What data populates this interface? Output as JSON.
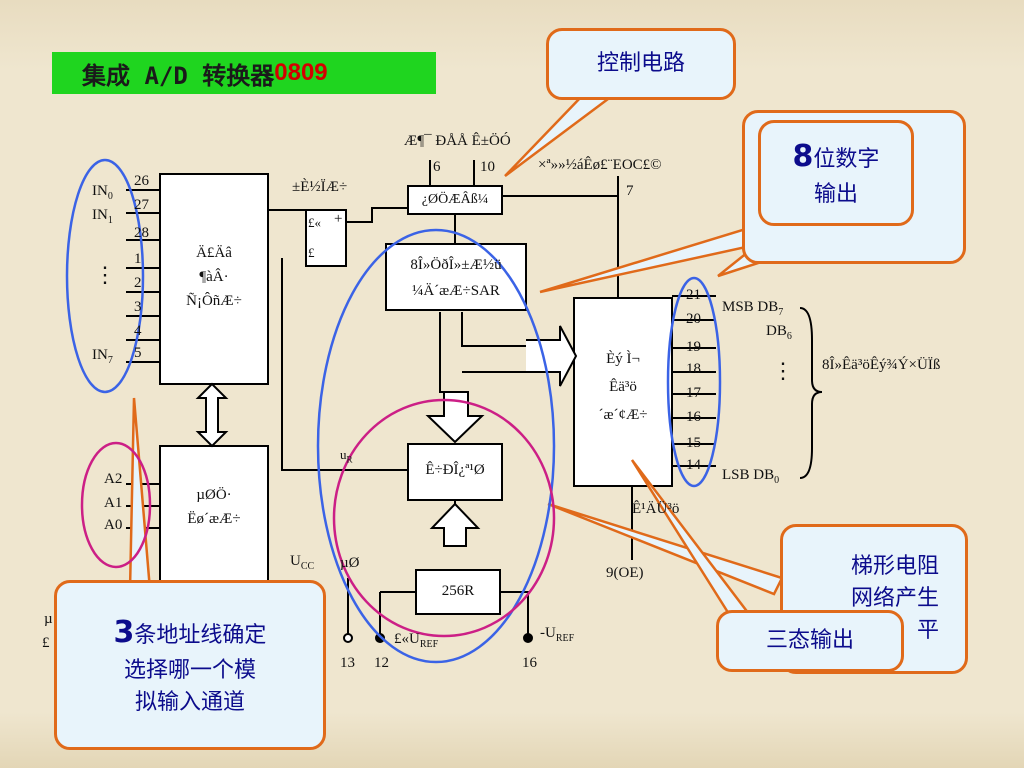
{
  "title": {
    "main": "集成 A/D 转换器",
    "model": "0809"
  },
  "callouts": {
    "control": "控制电路",
    "digital_out_prefix": "8",
    "digital_out_text": "位数字",
    "digital_out_line2": "输出",
    "ladder_line1": "梯形电阻",
    "ladder_line2": "网络产生",
    "ladder_line3": "平",
    "tristate": "三态输出",
    "addr_prefix": "3",
    "addr_line1": "条地址线确定",
    "addr_line2": "选择哪一个模",
    "addr_line3": "拟输入通道"
  },
  "diagram": {
    "top_garbled": "Æ¶¯ ÐÅÅ  Ê±ÖÓ",
    "pin6": "6",
    "pin10": "10",
    "eoc_garbled": "×ª»»½áÊø£¨EOC£©",
    "pin7": "7",
    "control_logic": "¿ØÖÆÂß¼­",
    "comparator_label": "±È½ÏÆ÷",
    "plus": "£«",
    "minus": "£­",
    "sar_line1": "8Î»ÖðÎ»±Æ½ü",
    "sar_line2": "¼Ä´æÆ÷SAR",
    "mux_line1": "Ä£Äâ",
    "mux_line2": "¶àÂ·",
    "mux_line3": "Ñ¡ÔñÆ÷",
    "latch_line1": "µØÖ·",
    "latch_line2": "Ëø´æÆ÷",
    "dac_label": "Ê÷ÐÎ¿ª¹Ø",
    "resistor_label": "256R",
    "output_line1": "Èý Ì¬",
    "output_line2": "Êä³ö",
    "output_line3": "´æ´¢Æ÷",
    "bus_label": "8Î»Êä³öÊý¾Ý×ÜÏß",
    "oe_garbled": "Ê¹ÄÜ³ö",
    "in0": "IN",
    "in0_sub": "0",
    "in1": "IN",
    "in1_sub": "1",
    "in7": "IN",
    "in7_sub": "7",
    "dots": "⋮",
    "input_pins": [
      "26",
      "27",
      "28",
      "1",
      "2",
      "3",
      "4",
      "5"
    ],
    "addr_pins": [
      "A2",
      "A1",
      "A0"
    ],
    "output_pins": [
      "21",
      "20",
      "19",
      "18",
      "17",
      "16",
      "15",
      "14"
    ],
    "msb": "MSB DB",
    "msb_sub": "7",
    "db6": "DB",
    "db6_sub": "6",
    "lsb": "LSB DB",
    "lsb_sub": "0",
    "ur": "u",
    "ur_sub": "R",
    "ucc": "U",
    "ucc_sub": "CC",
    "gnd_garbled": "µØ",
    "oe": "9(OE)",
    "uref_pos": "£«U",
    "uref_pos_sub": "REF",
    "uref_neg": "-U",
    "uref_neg_sub": "REF",
    "pin13": "13",
    "pin12": "12",
    "pin16": "16",
    "left_cut1": "µ",
    "left_cut2": "£"
  },
  "colors": {
    "title_bg": "#1fd51f",
    "title_accent": "#d40000",
    "callout_border": "#e06a1a",
    "callout_fill": "#e8f4fb",
    "callout_text": "#0c0c8c",
    "blue_ring": "#3b63e6",
    "magenta_ring": "#cc1f86"
  }
}
